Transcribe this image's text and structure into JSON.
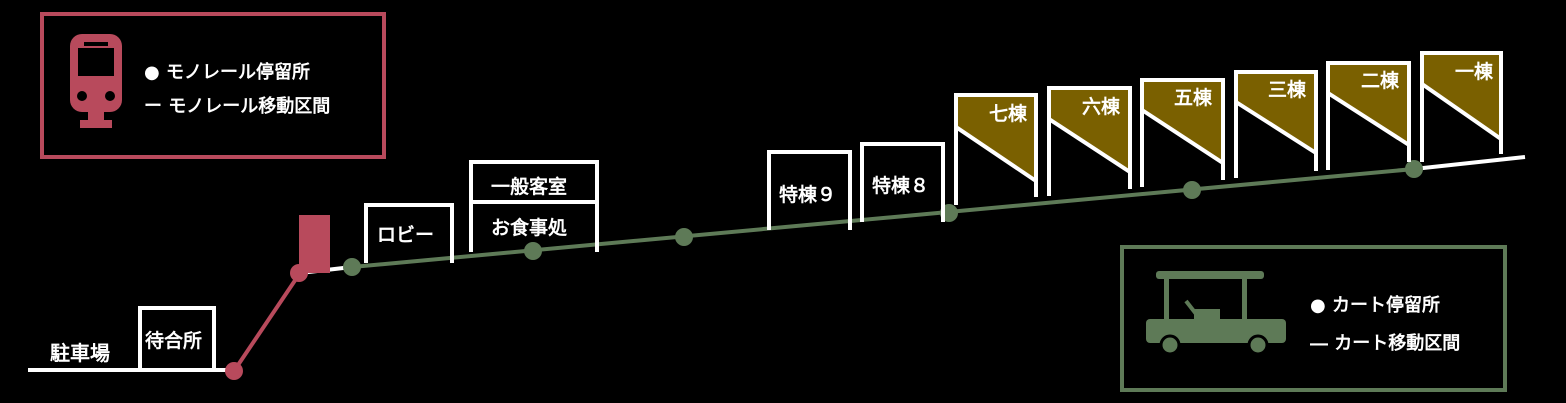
{
  "colors": {
    "background": "#000000",
    "monorail": "#b84a5c",
    "cart": "#5e7a57",
    "building_fill": "#7a6000",
    "outline": "#ffffff"
  },
  "legend_monorail": {
    "icon": "monorail-train-icon",
    "stop": "● モノレール停留所",
    "route": "ー モノレール移動区間"
  },
  "legend_cart": {
    "icon": "golf-cart-icon",
    "stop": "● カート停留所",
    "route": "― カート移動区間"
  },
  "places": {
    "parking": "駐車場",
    "waiting": "待合所",
    "lobby": "ロビー",
    "general": "一般客室",
    "dining": "お食事処",
    "special9": "特棟９",
    "special8": "特棟８",
    "b7": "七棟",
    "b6": "六棟",
    "b5": "五棟",
    "b3": "三棟",
    "b2": "二棟",
    "b1": "一棟"
  }
}
